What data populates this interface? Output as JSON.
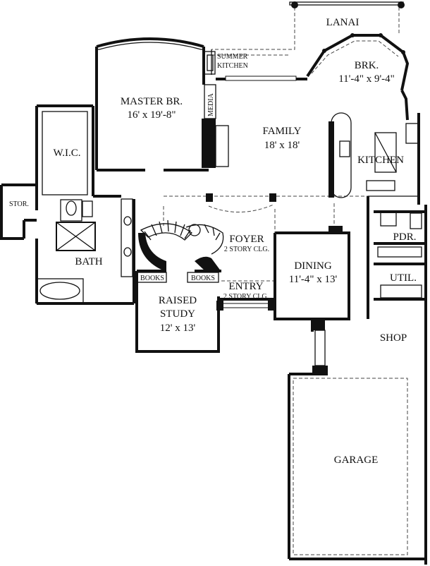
{
  "rooms": {
    "lanai": "LANAI",
    "summer_kitchen_1": "SUMMER",
    "summer_kitchen_2": "KITCHEN",
    "brk": "BRK.",
    "brk_dims": "11'-4\" x 9'-4\"",
    "master": "MASTER BR.",
    "master_dims": "16' x 19'-8\"",
    "media": "MEDIA",
    "family": "FAMILY",
    "family_dims": "18' x 18'",
    "wic": "W.I.C.",
    "kitchen": "KITCHEN",
    "stor": "STOR.",
    "foyer": "FOYER",
    "foyer_note": "2 STORY CLG.",
    "pdr": "PDR.",
    "bath": "BATH",
    "dining": "DINING",
    "dining_dims": "11'-4\" x 13'",
    "util": "UTIL.",
    "books_left": "BOOKS",
    "books_right": "BOOKS",
    "entry": "ENTRY",
    "entry_note": "2 STORY CLG.",
    "study_1": "RAISED",
    "study_2": "STUDY",
    "study_dims": "12' x 13'",
    "shop": "SHOP",
    "garage": "GARAGE"
  }
}
